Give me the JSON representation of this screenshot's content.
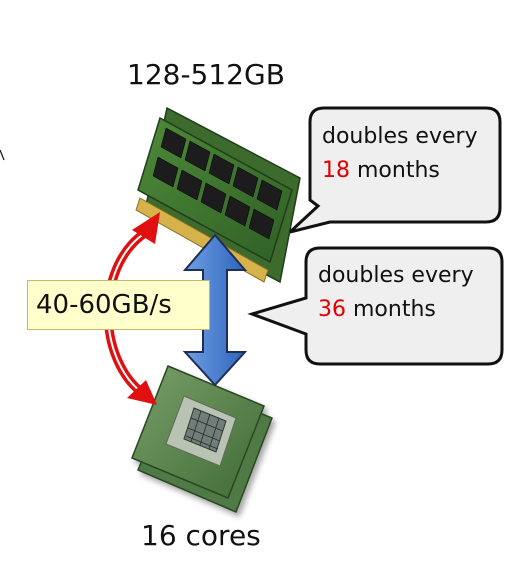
{
  "memory": {
    "label": "128-512GB"
  },
  "cpu": {
    "label": "16 cores"
  },
  "bandwidth": {
    "label": "40-60GB/s"
  },
  "memory_growth": {
    "line1": "doubles every",
    "number": "18",
    "unit": "months"
  },
  "bandwidth_growth": {
    "line1": "doubles every",
    "number": "36",
    "unit": "months"
  },
  "colors": {
    "highlight": "#e00000",
    "bandwidth_box": "#ffffcc",
    "blue_arrow": "#4a7fd0",
    "red_arrow": "#e01010"
  }
}
